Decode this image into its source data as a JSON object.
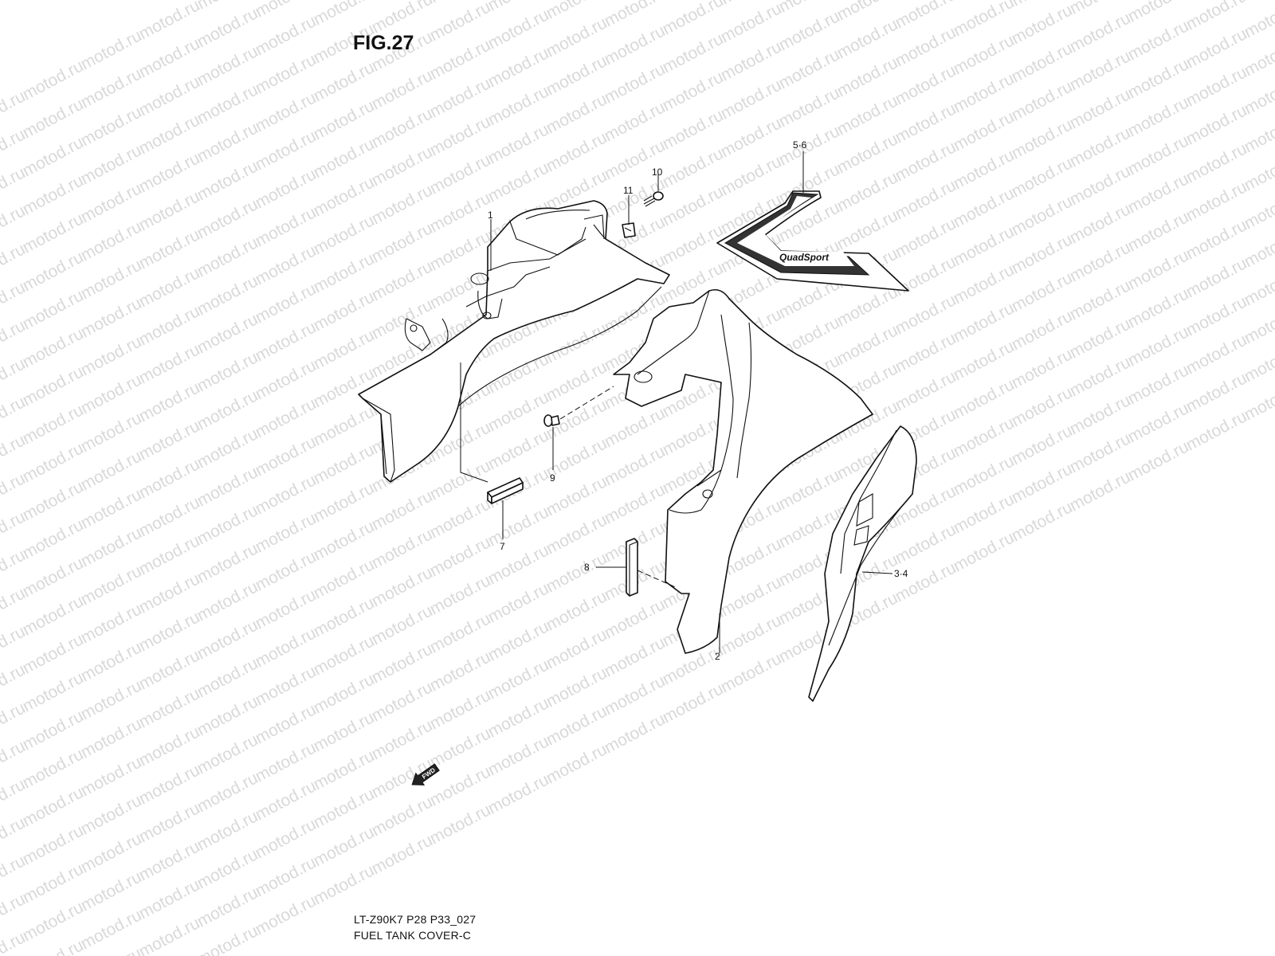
{
  "figure": {
    "title": "FIG.27"
  },
  "watermark": {
    "text": "motod.ru"
  },
  "footer": {
    "code": "LT-Z90K7 P28 P33_027",
    "name": "FUEL TANK COVER-C"
  },
  "callouts": {
    "p1": "1",
    "p2": "2",
    "p3_4": "3·4",
    "p5_6": "5·6",
    "p7": "7",
    "p8": "8",
    "p9": "9",
    "p10": "10",
    "p11": "11"
  },
  "decal_text": "QuadSport",
  "fwd_arrow": {
    "label": "FWD",
    "icon": "forward-arrow-icon"
  }
}
